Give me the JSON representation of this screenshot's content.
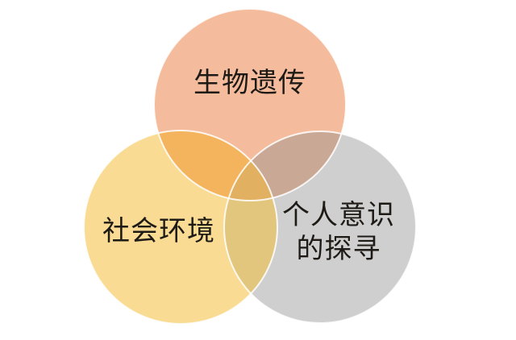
{
  "diagram": {
    "type": "venn",
    "circles": [
      {
        "id": "top",
        "label": "生物遗传",
        "color": "#F4BC9C"
      },
      {
        "id": "left",
        "label": "社会环境",
        "color": "#F9DB94"
      },
      {
        "id": "right",
        "label_line1": "个人意识",
        "label_line2": "的探寻",
        "color": "#D0CFCF"
      }
    ],
    "overlap_colors": {
      "top_left": "#F4B45E",
      "top_right": "#C9A895",
      "left_right": "#E3C67E",
      "center": "#E1B060"
    }
  }
}
